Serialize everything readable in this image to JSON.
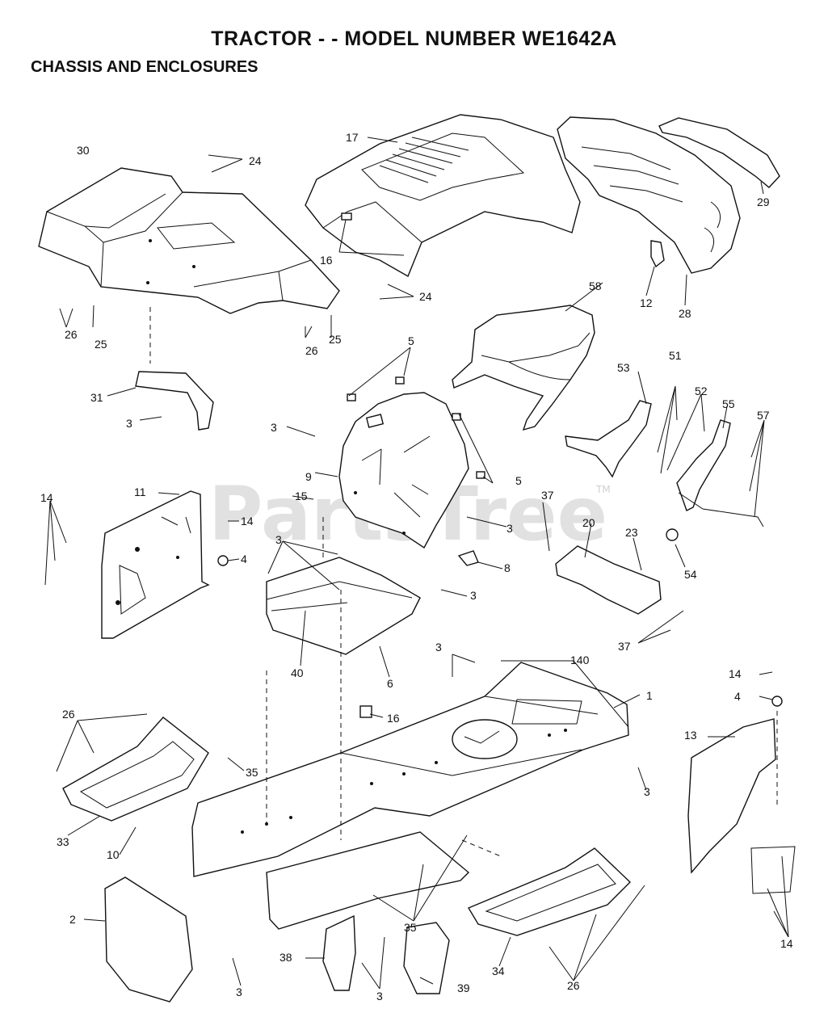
{
  "title": "TRACTOR - - MODEL NUMBER WE1642A",
  "subtitle": "CHASSIS AND ENCLOSURES",
  "watermark": {
    "text": "PartsTree",
    "tm": "TM"
  },
  "callouts": [
    "30",
    "24",
    "17",
    "16",
    "29",
    "24",
    "12",
    "28",
    "26",
    "25",
    "26",
    "25",
    "58",
    "5",
    "31",
    "3",
    "3",
    "53",
    "51",
    "52",
    "55",
    "57",
    "9",
    "5",
    "11",
    "14",
    "14",
    "15",
    "37",
    "20",
    "23",
    "3",
    "4",
    "3",
    "8",
    "54",
    "3",
    "37",
    "40",
    "6",
    "140",
    "1",
    "14",
    "4",
    "26",
    "16",
    "35",
    "13",
    "3",
    "33",
    "10",
    "2",
    "35",
    "14",
    "38",
    "39",
    "34",
    "26",
    "3",
    "3"
  ],
  "colors": {
    "ink": "#111111",
    "watermark": "#bdbdbd"
  }
}
